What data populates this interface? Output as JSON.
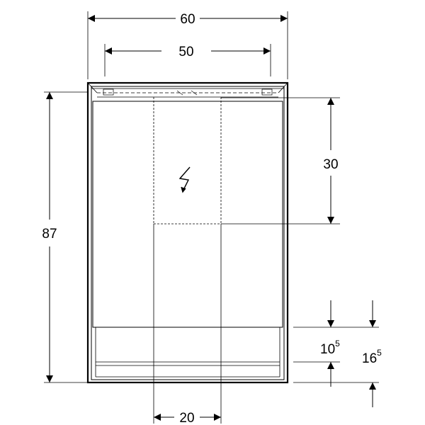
{
  "dimensions": {
    "overall_width": "60",
    "inner_width": "50",
    "overall_height": "87",
    "upper_section": "30",
    "lower_a": {
      "base": "10",
      "sup": "5"
    },
    "lower_b": {
      "base": "16",
      "sup": "5"
    },
    "bottom_width": "20"
  },
  "symbols": {
    "electrical": "lightning-icon"
  },
  "colors": {
    "line": "#000000",
    "background": "#ffffff"
  }
}
